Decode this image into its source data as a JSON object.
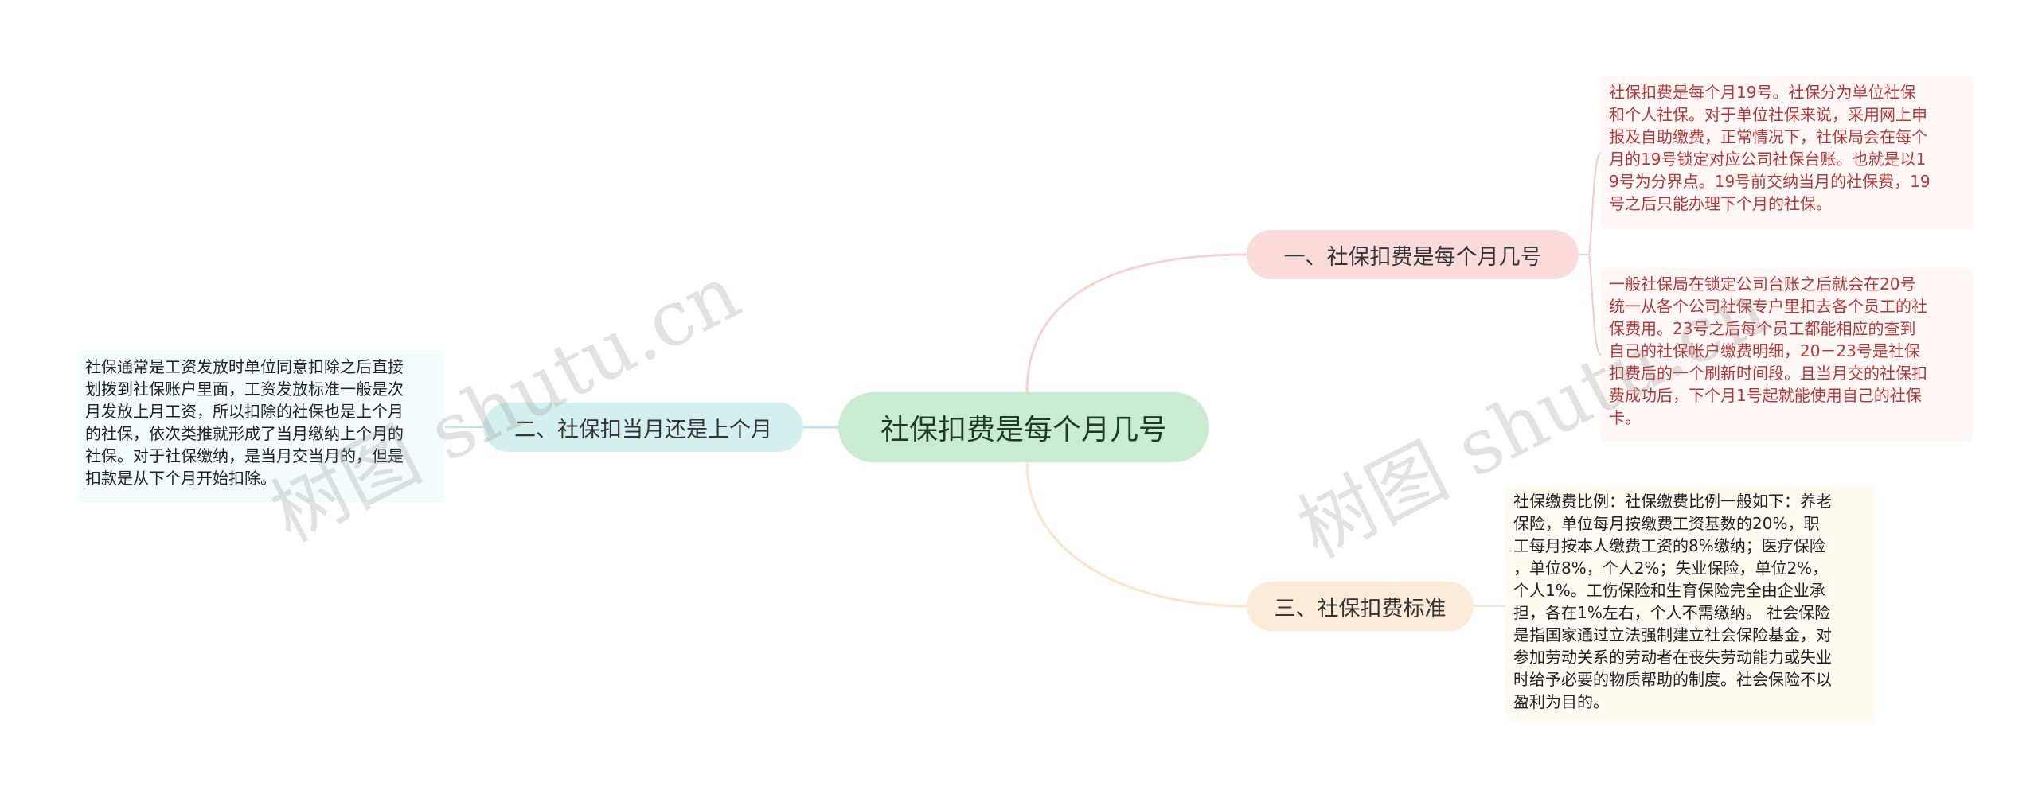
{
  "root": {
    "label": "社保扣费是每个月几号"
  },
  "branches": [
    {
      "label": "一、社保扣费是每个月几号",
      "leaves": [
        "社保扣费是每个月19号。社保分为单位社保\n和个人社保。对于单位社保来说，采用网上申\n报及自助缴费，正常情况下，社保局会在每个\n月的19号锁定对应公司社保台账。也就是以1\n9号为分界点。19号前交纳当月的社保费，19\n号之后只能办理下个月的社保。",
        "一般社保局在锁定公司台账之后就会在20号\n统一从各个公司社保专户里扣去各个员工的社\n保费用。23号之后每个员工都能相应的查到\n自己的社保帐户缴费明细，20－23号是社保\n扣费后的一个刷新时间段。且当月交的社保扣\n费成功后，下个月1号起就能使用自己的社保\n卡。"
      ]
    },
    {
      "label": "二、社保扣当月还是上个月",
      "leaves": [
        "社保通常是工资发放时单位同意扣除之后直接\n划拨到社保账户里面，工资发放标准一般是次\n月发放上月工资，所以扣除的社保也是上个月\n的社保，依次类推就形成了当月缴纳上个月的\n社保。对于社保缴纳，是当月交当月的，但是\n扣款是从下个月开始扣除。"
      ]
    },
    {
      "label": "三、社保扣费标准",
      "leaves": [
        "社保缴费比例：社保缴费比例一般如下：养老\n保险，单位每月按缴费工资基数的20%，职\n工每月按本人缴费工资的8%缴纳；医疗保险\n，单位8%，个人2%；失业保险，单位2%，\n个人1%。工伤保险和生育保险完全由企业承\n担，各在1%左右，个人不需缴纳。 社会保险\n是指国家通过立法强制建立社会保险基金，对\n参加劳动关系的劳动者在丧失劳动能力或失业\n时给予必要的物质帮助的制度。社会保险不以\n盈利为目的。"
      ]
    }
  ],
  "watermark": "树图 shutu.cn",
  "colors": {
    "root": "#c9ecd0",
    "branch1": "#fbdadc",
    "branch2": "#d3efee",
    "branch3": "#fdebd9",
    "leaf1_text": "#b33a3a"
  }
}
